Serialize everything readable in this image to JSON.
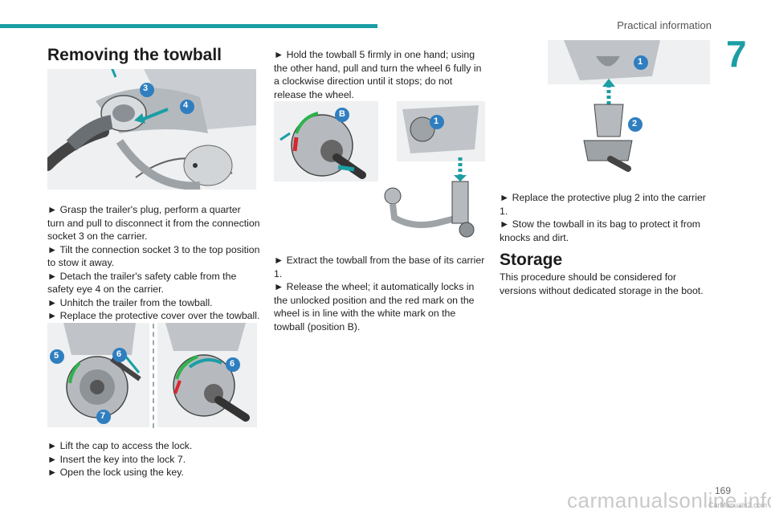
{
  "header": {
    "section_title": "Practical information",
    "chapter_number": "7"
  },
  "left": {
    "title": "Removing the towball",
    "steps": [
      "► Grasp the trailer's plug, perform a quarter turn and pull to disconnect it from the connection socket 3 on the carrier.",
      "► Tilt the connection socket 3 to the top position to stow it away.",
      "► Detach the trailer's safety cable from the safety eye 4 on the carrier.",
      "► Unhitch the trailer from the towball.",
      "► Replace the protective cover over the towball."
    ],
    "steps2": [
      "► Lift the cap to access the lock.",
      "► Insert the key into the lock 7.",
      "► Open the lock using the key."
    ],
    "illus1_labels": [
      "3",
      "4"
    ],
    "illus2_labels": [
      "5",
      "6",
      "7",
      "6"
    ]
  },
  "middle": {
    "steps": [
      "► Hold the towball 5 firmly in one hand; using the other hand, pull and turn the wheel 6 fully in a clockwise direction until it stops; do not release the wheel."
    ],
    "steps2": [
      "► Extract the towball from the base of its carrier 1.",
      "► Release the wheel; it automatically locks in the unlocked position and the red mark on the wheel is in line with the white mark on the towball (position B)."
    ],
    "illus_labels": [
      "B",
      "1"
    ]
  },
  "right": {
    "illus_labels": [
      "1",
      "2"
    ],
    "steps": [
      "► Replace the protective plug 2 into the carrier 1.",
      "► Stow the towball in its bag to protect it from knocks and dirt."
    ],
    "storage_title": "Storage",
    "storage_text": "This procedure should be considered for versions without dedicated storage in the boot."
  },
  "footer": {
    "page_number": "169",
    "watermark": "carmanualsonline.info",
    "watermark_small": "CarManuals2.com"
  },
  "colors": {
    "accent": "#1a9ea4",
    "label_blue": "#2f7ec0",
    "text": "#222222"
  }
}
